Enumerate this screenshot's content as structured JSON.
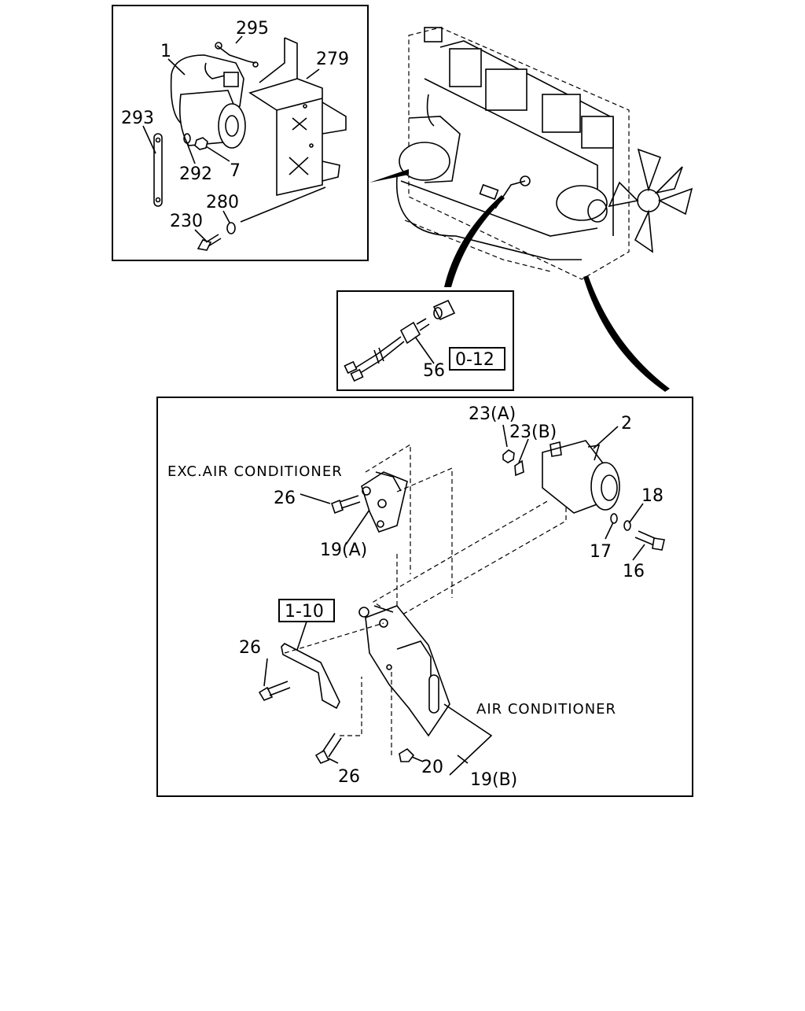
{
  "callouts": {
    "starter": {
      "p295": "295",
      "p1": "1",
      "p279": "279",
      "p293": "293",
      "p292": "292",
      "p7": "7",
      "p280": "280",
      "p230": "230"
    },
    "sensor": {
      "p56": "56",
      "ref": "0-12"
    },
    "alternator": {
      "p23a": "23(A)",
      "p23b": "23(B)",
      "p2": "2",
      "p18": "18",
      "p17": "17",
      "p16": "16",
      "p26a": "26",
      "p19a": "19(A)",
      "ref": "1-10",
      "p26b": "26",
      "p26c": "26",
      "p20": "20",
      "p19b": "19(B)"
    }
  },
  "notes": {
    "exc_air": "EXC.AIR CONDITIONER",
    "air": "AIR CONDITIONER"
  }
}
